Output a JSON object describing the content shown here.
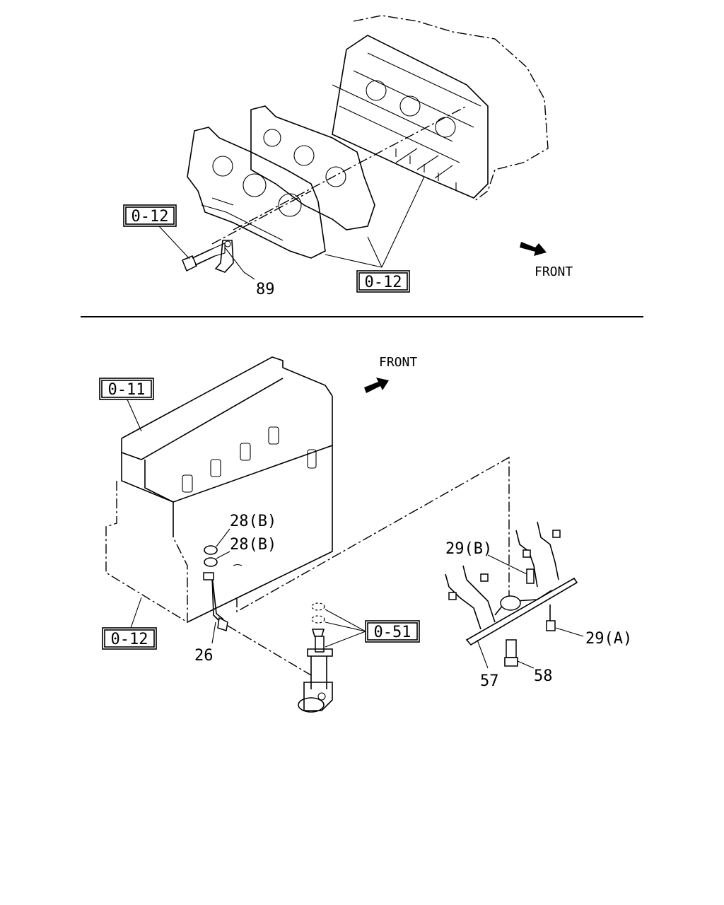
{
  "top_section": {
    "ref_box_left": "0-12",
    "ref_box_bottom": "0-12",
    "part_89": "89",
    "front_label": "FRONT"
  },
  "bottom_section": {
    "ref_box_0_11": "0-11",
    "ref_box_0_12": "0-12",
    "ref_box_0_51": "0-51",
    "front_label": "FRONT",
    "part_28b_upper": "28(B)",
    "part_28b_lower": "28(B)",
    "part_26": "26",
    "part_29b": "29(B)",
    "part_29a": "29(A)",
    "part_57": "57",
    "part_58": "58"
  }
}
